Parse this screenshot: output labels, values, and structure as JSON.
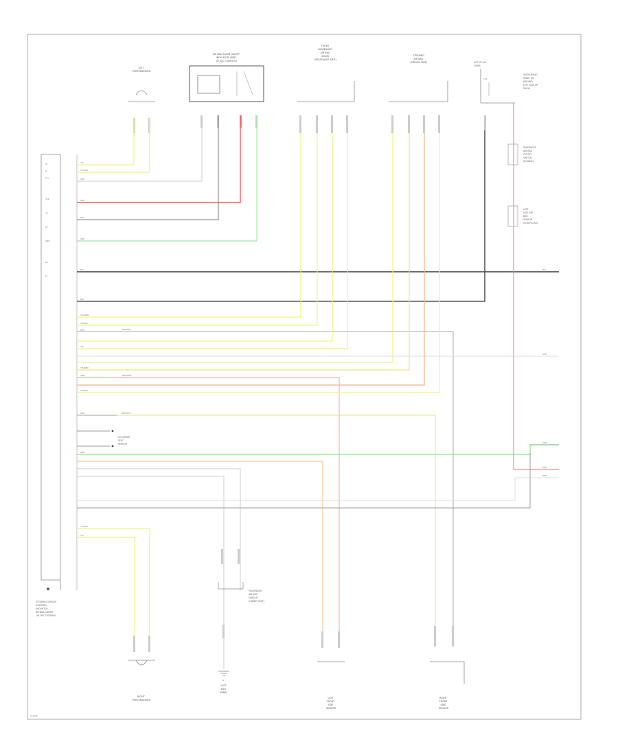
{
  "diagram": {
    "components": {
      "airbag_module": {
        "title_lines": [
          "STEERING SENSOR",
          "ASSEMBLY",
          "(MOUNTED",
          "BEHIND DRIVER",
          "ON THE STEERING"
        ]
      },
      "left_pretensioner": {
        "title_lines": [
          "LEFT",
          "PRETENSIONER"
        ]
      },
      "right_pretensioner": {
        "title_lines": [
          "RIGHT",
          "PRETENSIONER"
        ]
      },
      "switch_module": {
        "title_lines": [
          "AIR BAG SQUIB ON/OFF",
          "INDICATOR (PART",
          "OF A/C CONTROL)"
        ]
      },
      "front_sensor_1": {
        "title_lines": [
          "FRONT",
          "PASSENGER",
          "AIR BAG",
          "SQUIB",
          "(PASSENGER SIDE)"
        ]
      },
      "front_sensor_2": {
        "title_lines": [
          "STEERING",
          "AIR BAG",
          "(DRIVER SIDE)"
        ]
      },
      "fuse_block": {
        "title_lines": [
          "HOT AT ALL",
          "TIMES"
        ]
      },
      "fuse_side": {
        "title_lines": [
          "INSTRUMENT",
          "PANEL J/B",
          "(BEHIND",
          "LEFT SIDE OF",
          "DASH)"
        ]
      },
      "connector_a": {
        "title_lines": [
          "PASSENGER",
          "AIR BAG",
          "CUTOFF",
          "SWITCH",
          "(IN DASH)"
        ]
      },
      "connector_b": {
        "title_lines": [
          "LEFT",
          "SIDE AIR",
          "BAG",
          "SENSOR",
          "(IN B-PILLAR)"
        ]
      },
      "mid_connector": {
        "title_lines": [
          "PASSENGER",
          "AIR BAG",
          "SENSOR",
          "(UNDER SEAT)"
        ]
      },
      "ground": {
        "title_lines": [
          "LEFT",
          "KICK",
          "PANEL"
        ]
      },
      "left_sensor": {
        "title_lines": [
          "LEFT",
          "FRONT",
          "SIDE",
          "SENSOR"
        ]
      },
      "right_sensor": {
        "title_lines": [
          "RIGHT",
          "FRONT",
          "SIDE",
          "SENSOR"
        ]
      },
      "small_note": {
        "title_lines": [
          "OCCUPANT",
          "SEAT",
          "SENSOR"
        ]
      }
    },
    "module_pins": [
      "P+",
      "P-",
      "P2+",
      "",
      "",
      "VSP",
      "",
      "SIL",
      "",
      "RF",
      "",
      "GND",
      "",
      "",
      "D+",
      "",
      "D-",
      "",
      "",
      "",
      "",
      "",
      "",
      "",
      "",
      "",
      "",
      "",
      "",
      "",
      "",
      "",
      "",
      "",
      "",
      "",
      "",
      "",
      "",
      "",
      "",
      "",
      "",
      "",
      "",
      "",
      "",
      "",
      "",
      "",
      "",
      "",
      "",
      "",
      "",
      "",
      "",
      "",
      "",
      "",
      "",
      "",
      "",
      ""
    ],
    "wire_labels": {
      "w1": "YEL",
      "w2": "YEL/BLK",
      "w3": "WHT",
      "w4": "RED",
      "w5": "BLK",
      "w6": "GRN",
      "w7": "BLK",
      "w8": "BLK",
      "w9": "YEL/GRN",
      "w10": "YEL/BLU",
      "w11": "WHT",
      "w12": "YEL",
      "w13": "YEL/RED",
      "w14": "GRN",
      "w15": "YEL/BLK",
      "w16": "WHT",
      "w17": "BLK/WHT",
      "w18": "GRN",
      "w19": "WHT/RED",
      "w20": "BLK/WHT",
      "w21": "YEL/BLK",
      "w22": "YEL"
    },
    "offpage_refs": {
      "r1": "BLK",
      "r2": "WHT",
      "r3": "GRN",
      "r4": "RED",
      "r5": "WHT"
    },
    "ground_symbol_label": "G",
    "footer_id": "114456"
  }
}
